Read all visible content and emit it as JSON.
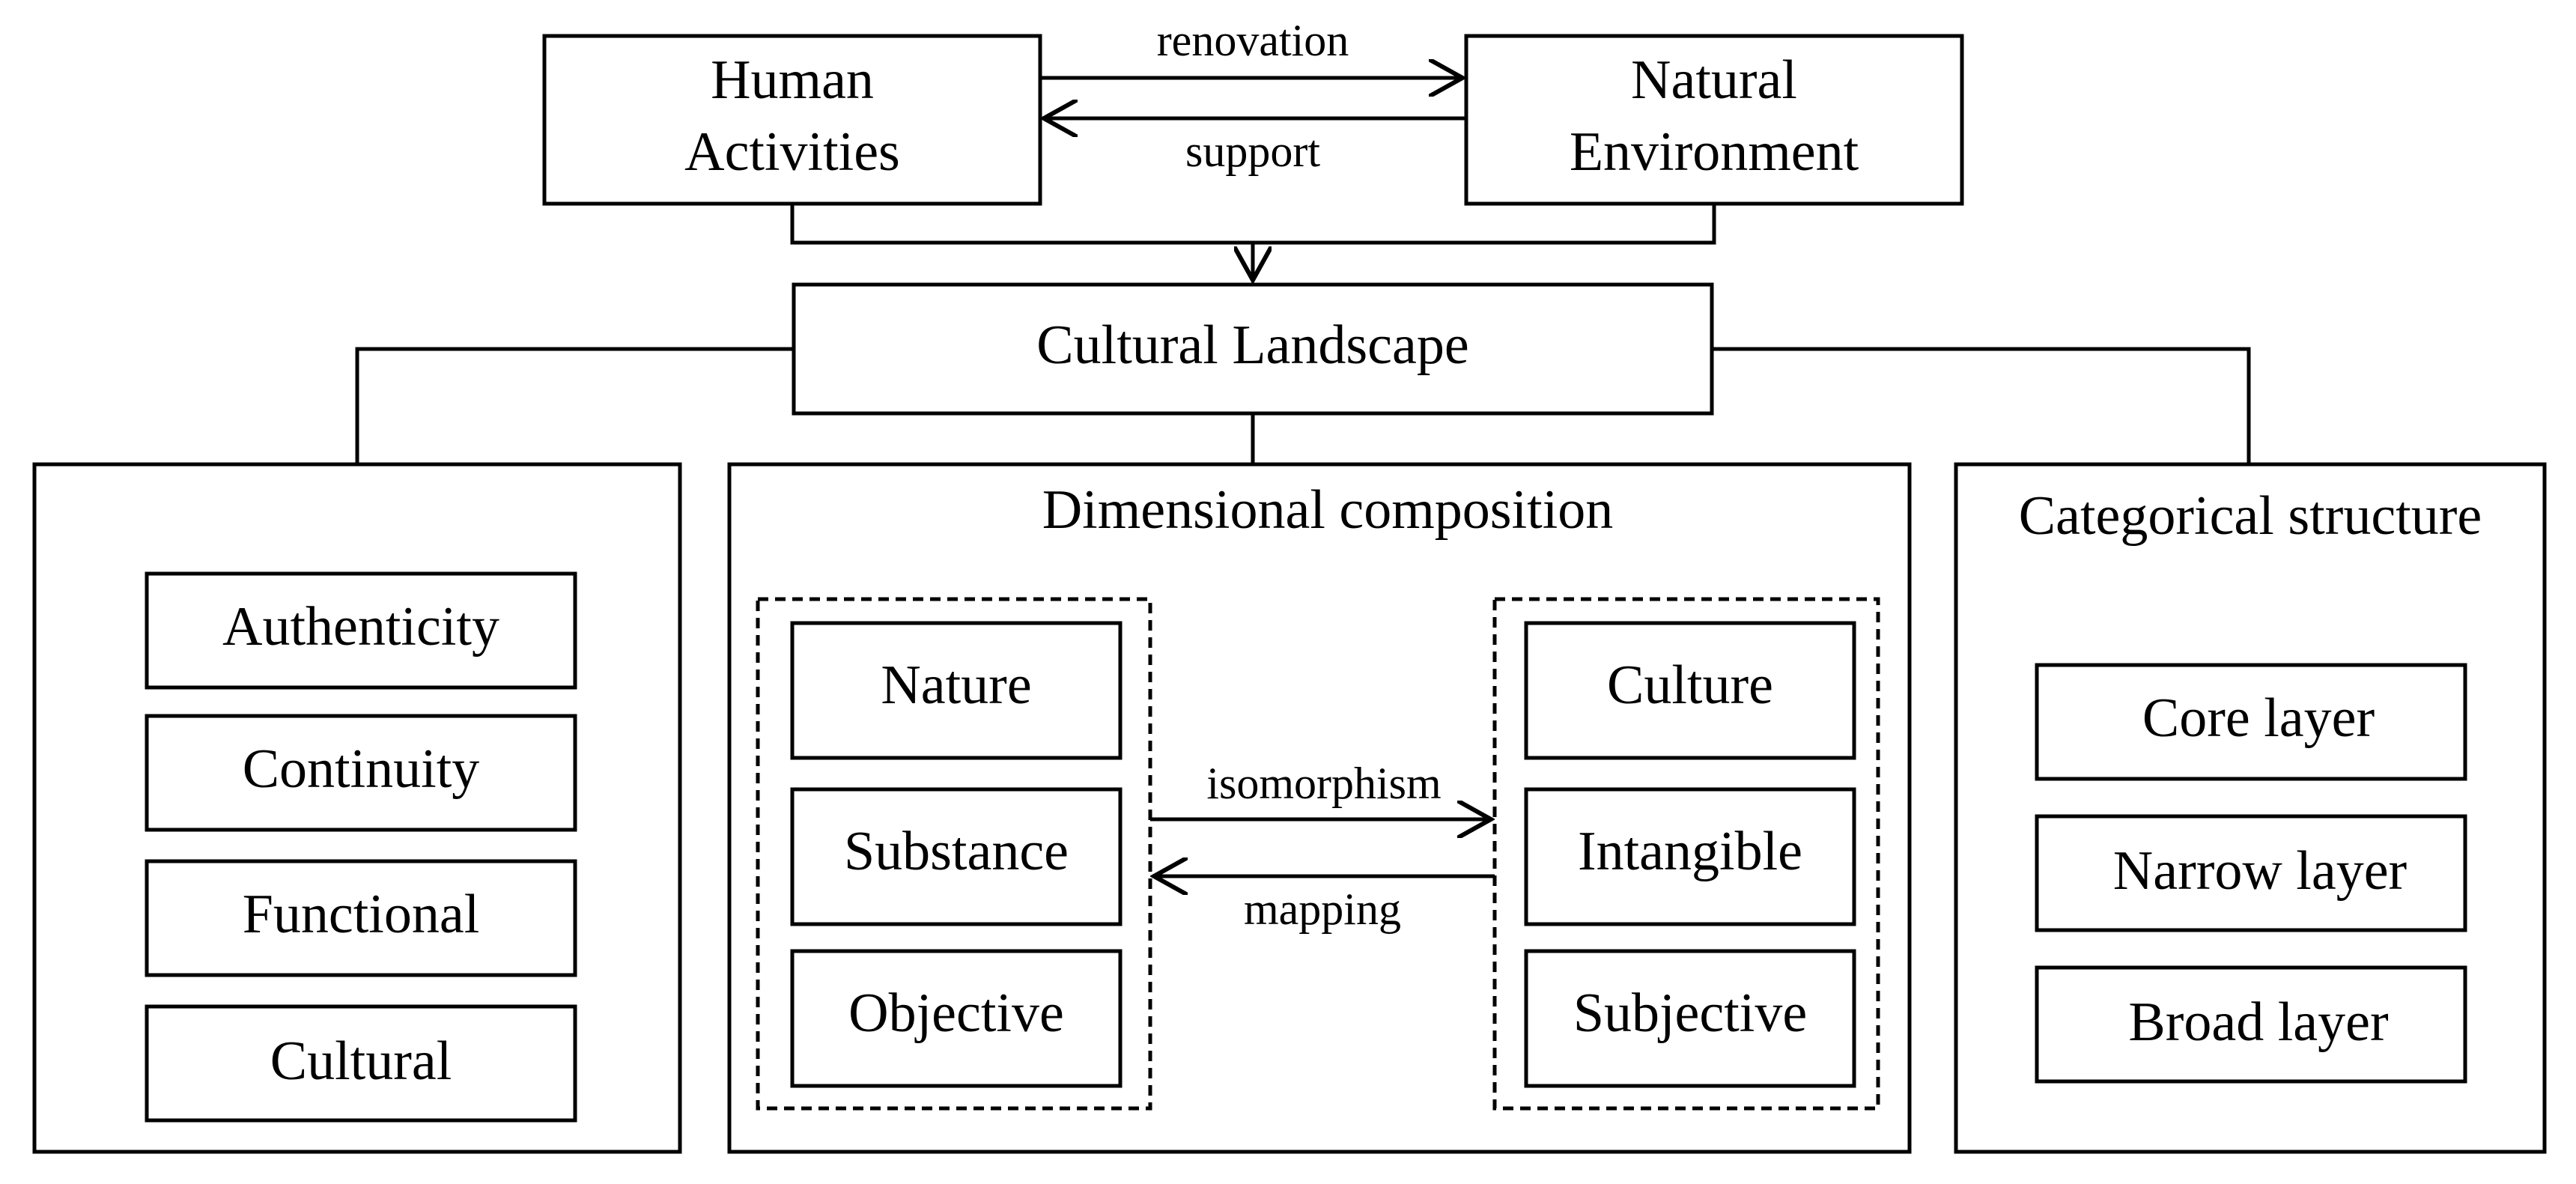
{
  "top": {
    "human_activities": [
      "Human",
      "Activities"
    ],
    "natural_environment": [
      "Natural",
      "Environment"
    ],
    "renovation": "renovation",
    "support": "support"
  },
  "cultural_landscape": "Cultural Landscape",
  "left_panel": {
    "items": [
      "Authenticity",
      "Continuity",
      "Functional",
      "Cultural"
    ]
  },
  "center_panel": {
    "title": "Dimensional composition",
    "left_items": [
      "Nature",
      "Substance",
      "Objective"
    ],
    "right_items": [
      "Culture",
      "Intangible",
      "Subjective"
    ],
    "isomorphism": "isomorphism",
    "mapping": "mapping"
  },
  "right_panel": {
    "title": "Categorical structure",
    "items": [
      "Core layer",
      "Narrow layer",
      "Broad layer"
    ]
  }
}
